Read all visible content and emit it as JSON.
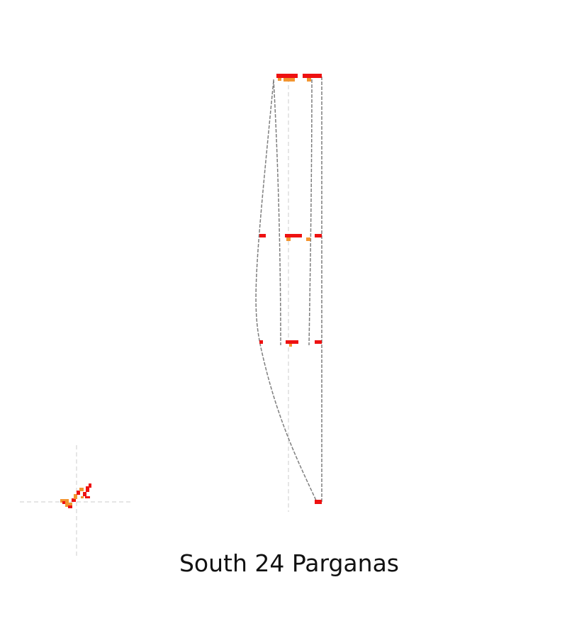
{
  "title": "South 24 Parganas",
  "colors": {
    "high": "#ee1111",
    "medium": "#f39530",
    "connector": "#7f7f7f",
    "axis_guide": "#cccccc",
    "background": "#ffffff"
  },
  "legend_shown": false,
  "axes_labeled": false,
  "views": [
    {
      "view": "main-map",
      "description_hidden": true
    },
    {
      "view": "inset-overview",
      "description_hidden": true
    }
  ]
}
